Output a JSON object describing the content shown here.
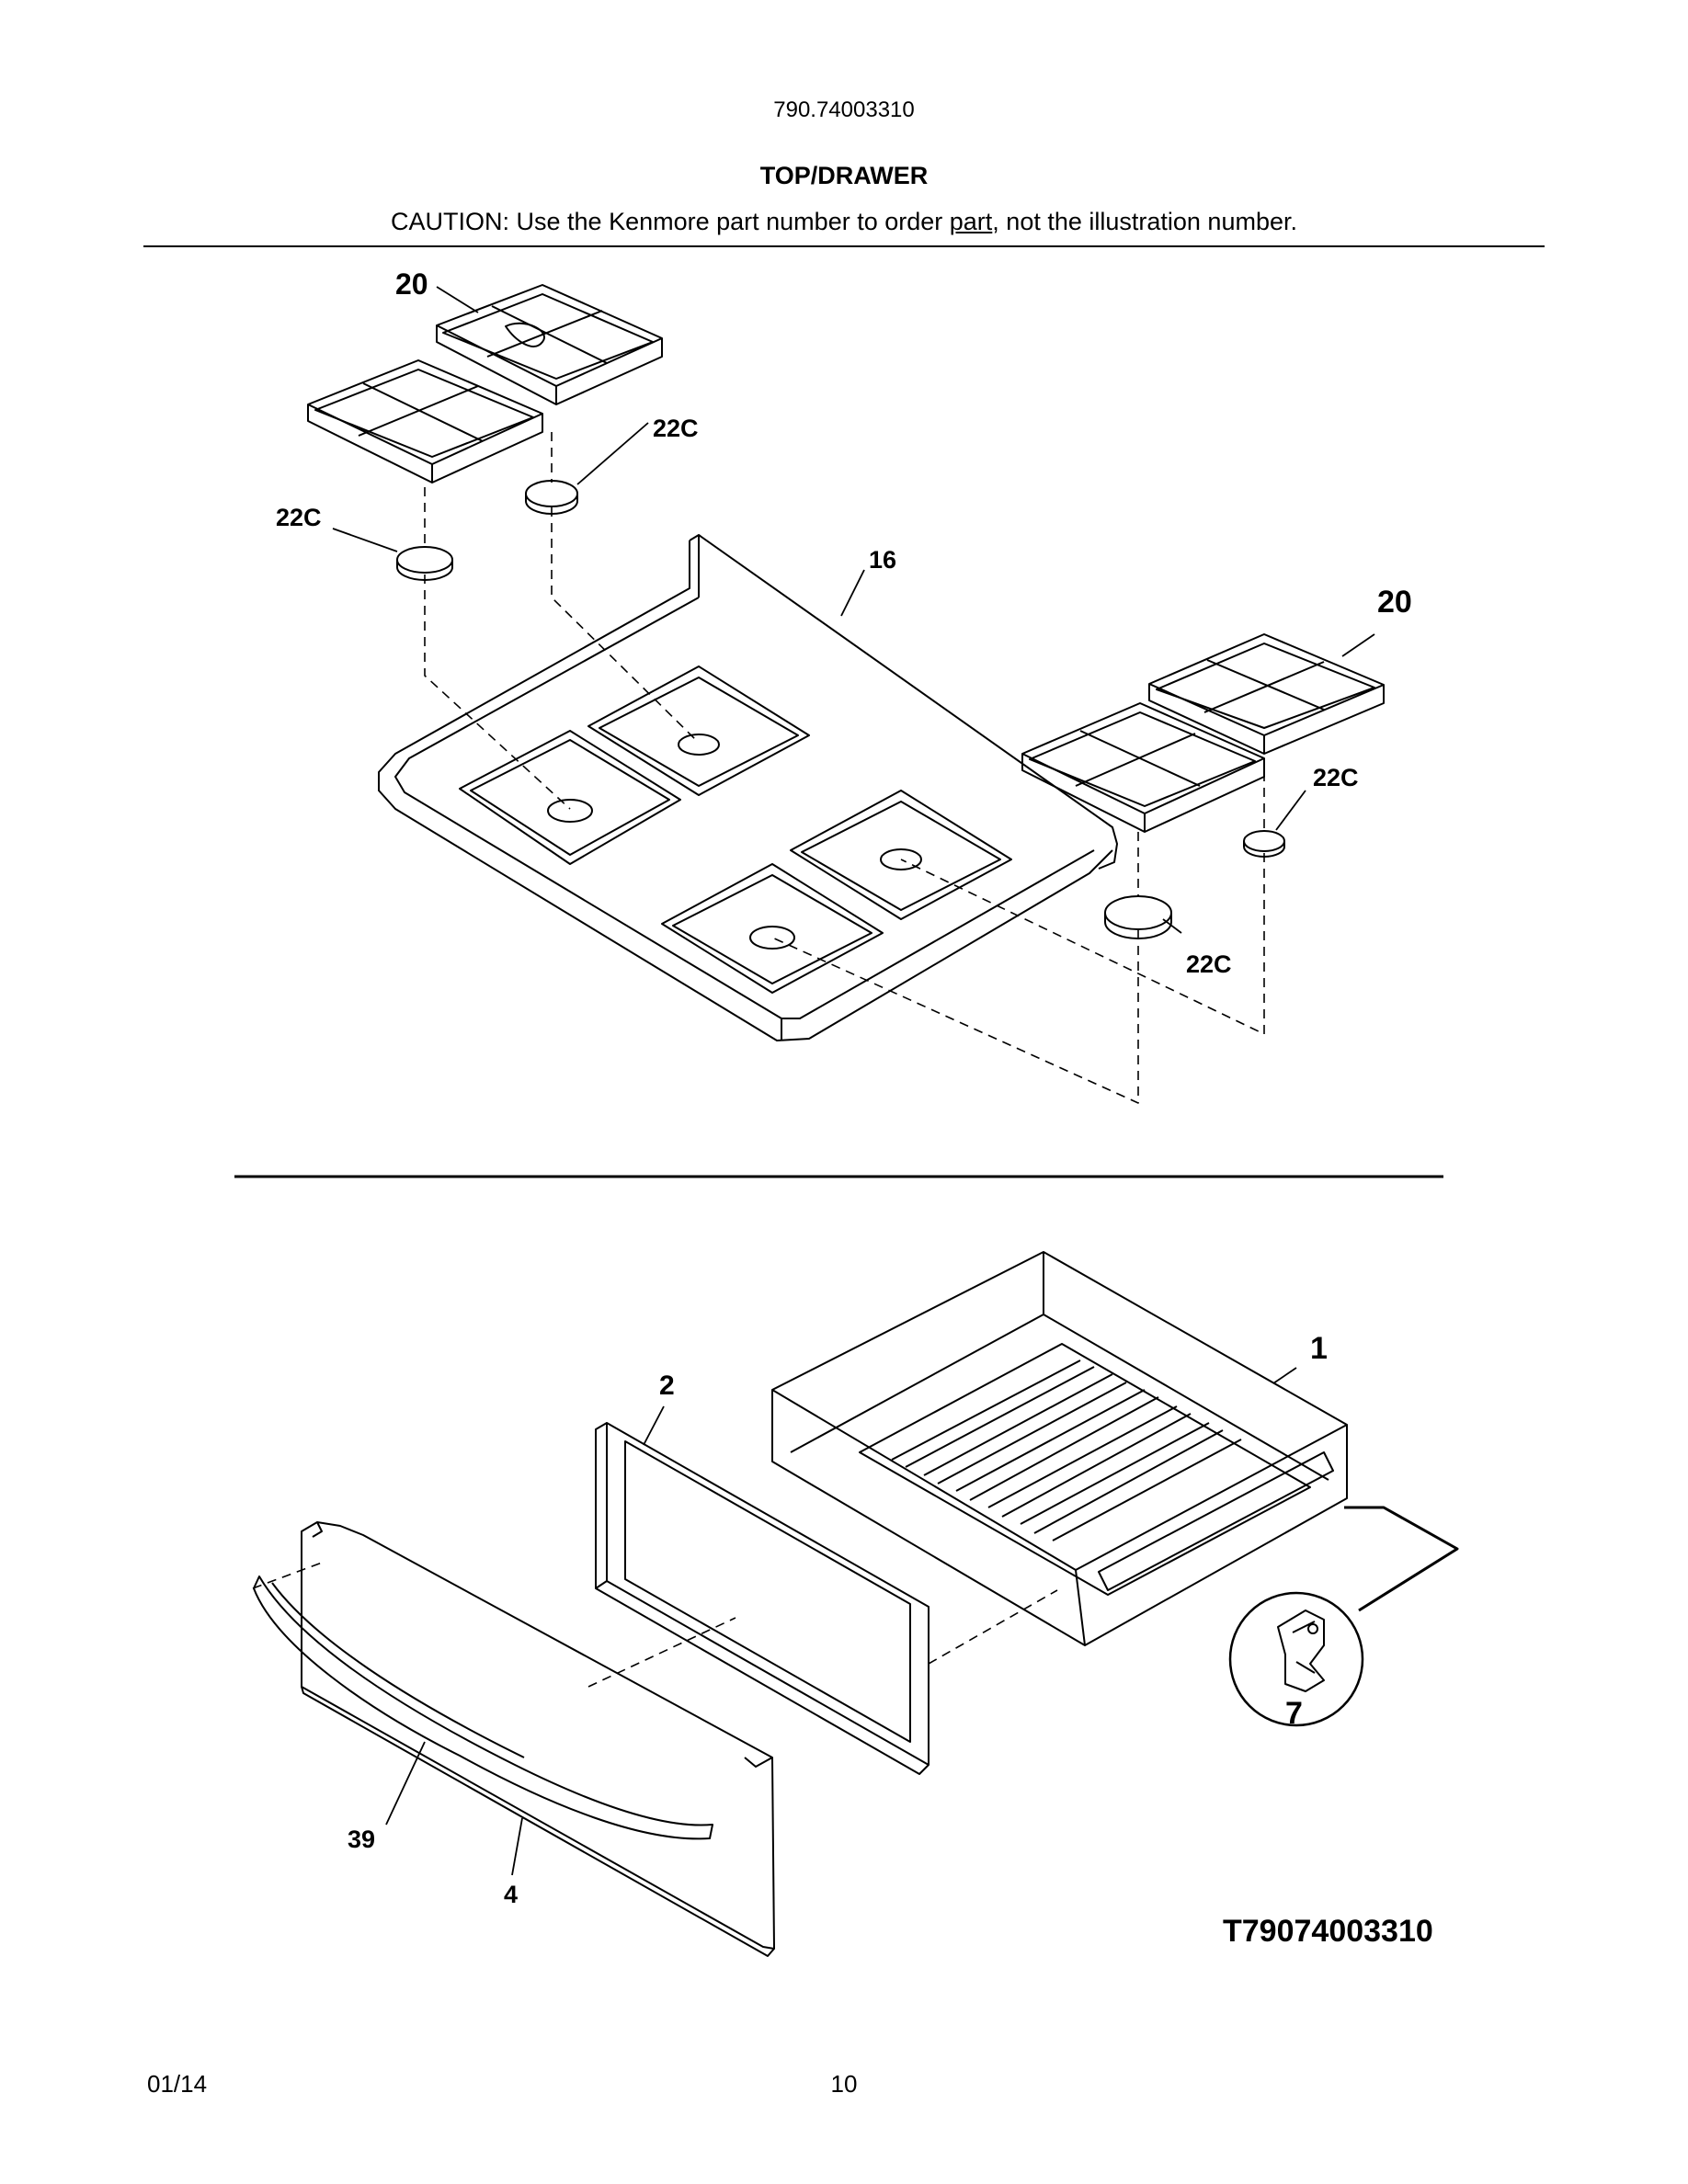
{
  "header": {
    "model_number": "790.74003310",
    "section_title": "TOP/DRAWER",
    "caution_prefix": "CAUTION: Use the Kenmore part number to order ",
    "caution_underlined": "part",
    "caution_suffix": ", not the illustration number."
  },
  "callouts": {
    "grate_top_left": "20",
    "grate_right": "20",
    "cap_upper": "22C",
    "cap_left": "22C",
    "cap_right_upper": "22C",
    "cap_right_lower": "22C",
    "cooktop": "16",
    "drawer_body": "1",
    "drawer_liner": "2",
    "drawer_clip": "7",
    "drawer_handle": "39",
    "drawer_front": "4"
  },
  "figure_id": "T79074003310",
  "footer": {
    "date": "01/14",
    "page": "10"
  }
}
